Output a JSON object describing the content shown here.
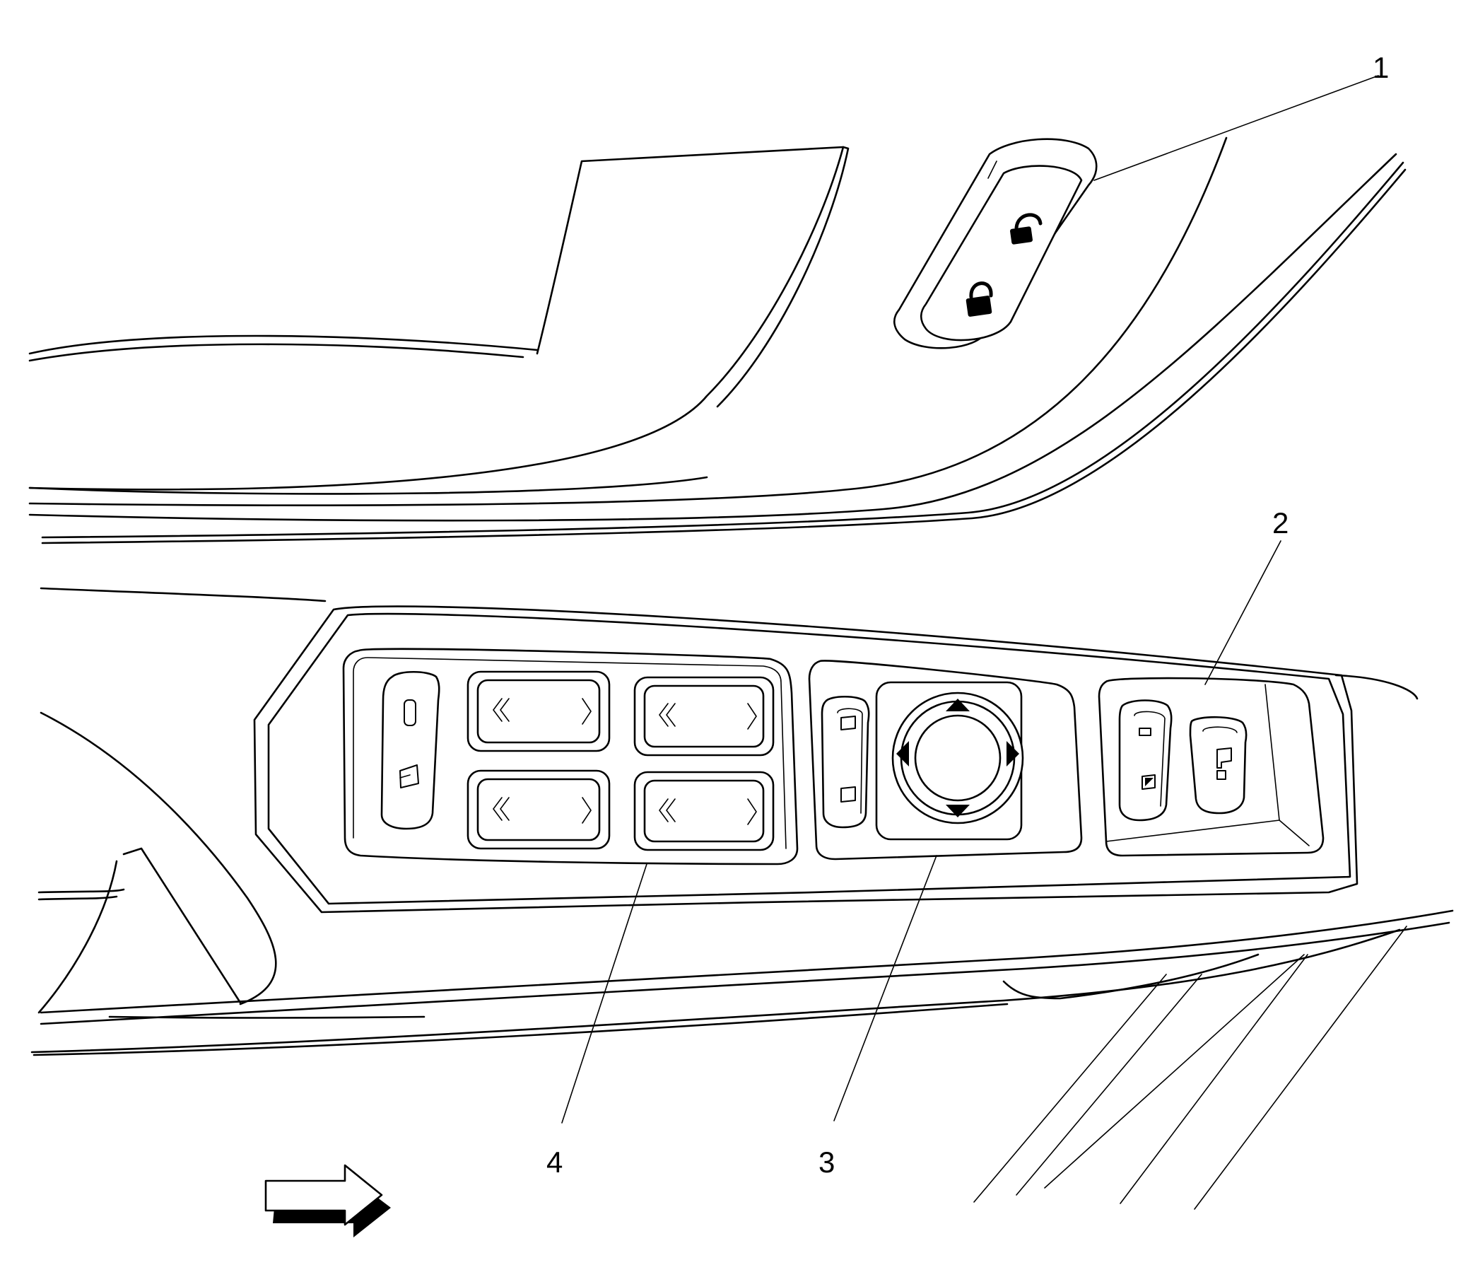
{
  "callouts": [
    {
      "id": "1",
      "text": "1"
    },
    {
      "id": "2",
      "text": "2"
    },
    {
      "id": "3",
      "text": "3"
    },
    {
      "id": "4",
      "text": "4"
    }
  ],
  "icons": {
    "view_arrow": "right-arrow-icon",
    "lock": "lock-icon",
    "unlock": "unlock-icon",
    "window_up": "window-up-icon",
    "mirror_direction": "four-way-arrow-icon"
  },
  "colors": {
    "line": "#000000",
    "background": "#ffffff"
  }
}
